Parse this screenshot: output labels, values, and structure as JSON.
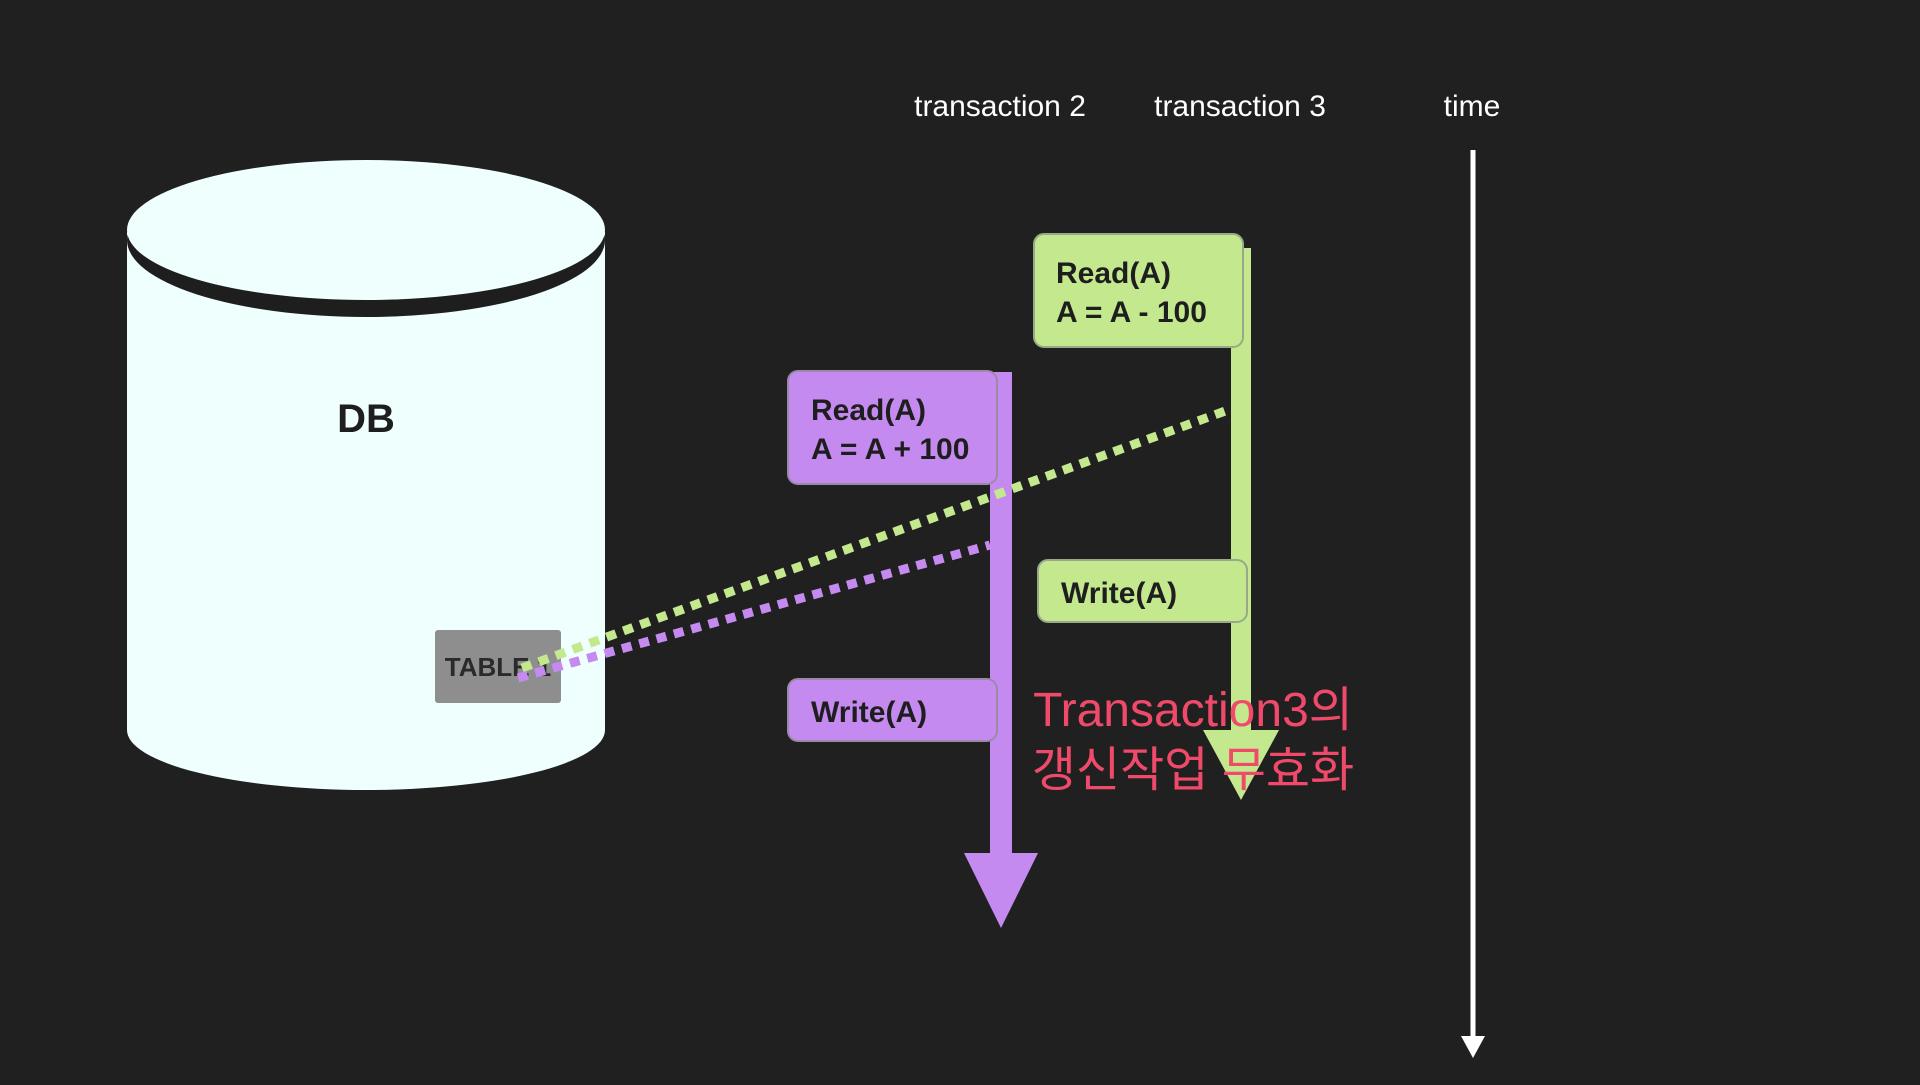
{
  "headers": {
    "transaction2": "transaction 2",
    "transaction3": "transaction 3",
    "time": "time"
  },
  "db": {
    "label": "DB",
    "table_label": "TABLE 1"
  },
  "transaction2": {
    "read_line1": "Read(A)",
    "read_line2": "A = A + 100",
    "write": "Write(A)"
  },
  "transaction3": {
    "read_line1": "Read(A)",
    "read_line2": "A = A - 100",
    "write": "Write(A)"
  },
  "annotation": {
    "line1": "Transaction3의",
    "line2": "갱신작업 무효화"
  },
  "colors": {
    "background": "#202020",
    "db_fill": "#effffe",
    "transaction2": "#c58af0",
    "transaction3": "#c4e88e",
    "annotation": "#f04a6a",
    "table_box": "#8e8e8e"
  }
}
